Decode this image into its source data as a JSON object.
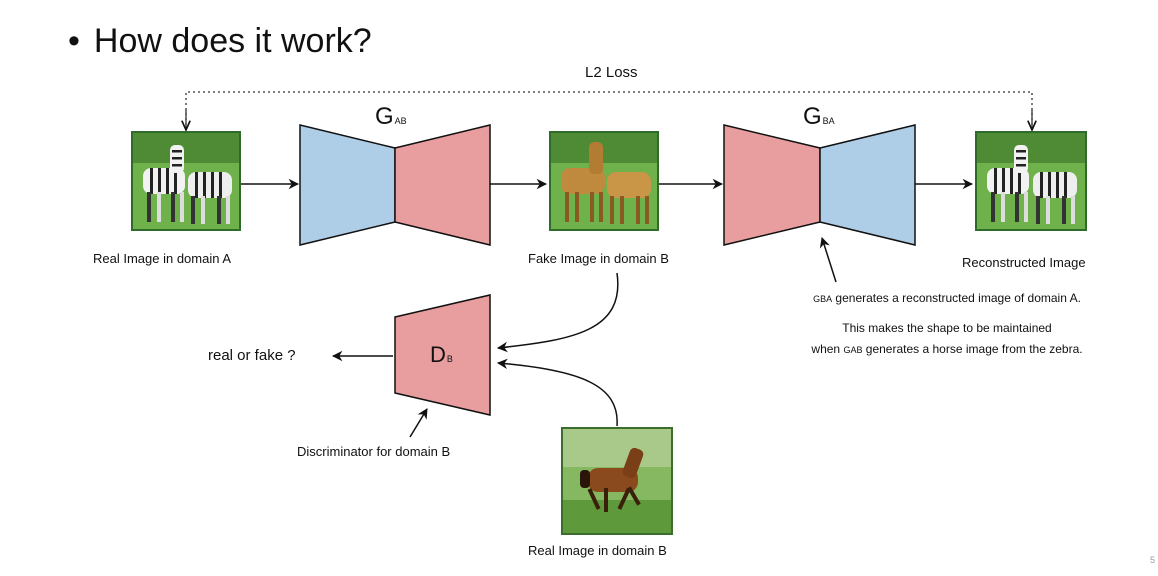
{
  "slide": {
    "bullet": "•",
    "title": "How does it work?",
    "page_number": "5"
  },
  "loss": {
    "label": "L2 Loss"
  },
  "nodes": {
    "real_a": {
      "caption": "Real Image in domain A",
      "scene": "zebras"
    },
    "fake_b": {
      "caption": "Fake Image in domain B",
      "scene": "horses"
    },
    "reconstructed": {
      "caption": "Reconstructed Image",
      "scene": "zebras"
    },
    "real_b": {
      "caption": "Real Image in domain B",
      "scene": "running-horse"
    }
  },
  "generators": {
    "g_ab": {
      "main": "G",
      "sub": "AB"
    },
    "g_ba": {
      "main": "G",
      "sub": "BA"
    }
  },
  "discriminator": {
    "main": "D",
    "sub": "B",
    "caption": "Discriminator for domain B",
    "output": "real or fake ?"
  },
  "notes": {
    "line1_sub": "GBA",
    "line1_rest": " generates a reconstructed image of domain A.",
    "line2": "This makes the shape to be maintained",
    "line3_pre": "when ",
    "line3_sub": "GAB",
    "line3_rest": " generates a horse image from the zebra."
  },
  "colors": {
    "blue": "#aecde6",
    "red": "#e89e9e",
    "stroke": "#111111",
    "grass": "#5a9a2e",
    "sky": "#8cc06a"
  }
}
